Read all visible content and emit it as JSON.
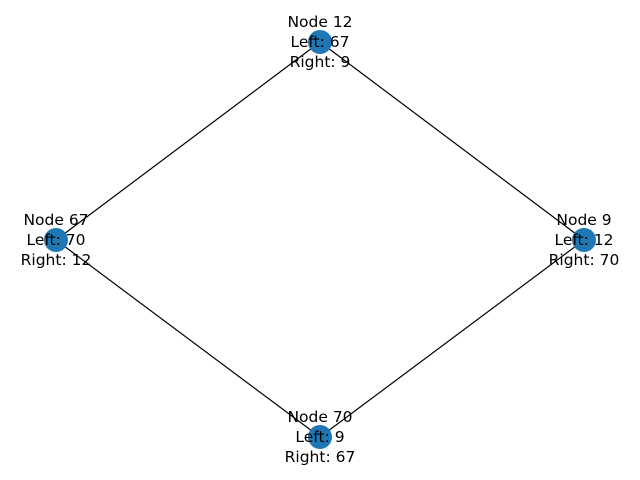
{
  "graph": {
    "node_color": "#1f77b4",
    "edge_color": "#000000",
    "nodes": [
      {
        "id": "12",
        "label_lines": [
          "Node 12",
          "Left: 67",
          "Right: 9"
        ]
      },
      {
        "id": "67",
        "label_lines": [
          "Node 67",
          "Left: 70",
          "Right: 12"
        ]
      },
      {
        "id": "9",
        "label_lines": [
          "Node 9",
          "Left: 12",
          "Right: 70"
        ]
      },
      {
        "id": "70",
        "label_lines": [
          "Node 70",
          "Left: 9",
          "Right: 67"
        ]
      }
    ],
    "edges": [
      {
        "from": "12",
        "to": "67"
      },
      {
        "from": "12",
        "to": "9"
      },
      {
        "from": "67",
        "to": "70"
      },
      {
        "from": "9",
        "to": "70"
      }
    ]
  }
}
